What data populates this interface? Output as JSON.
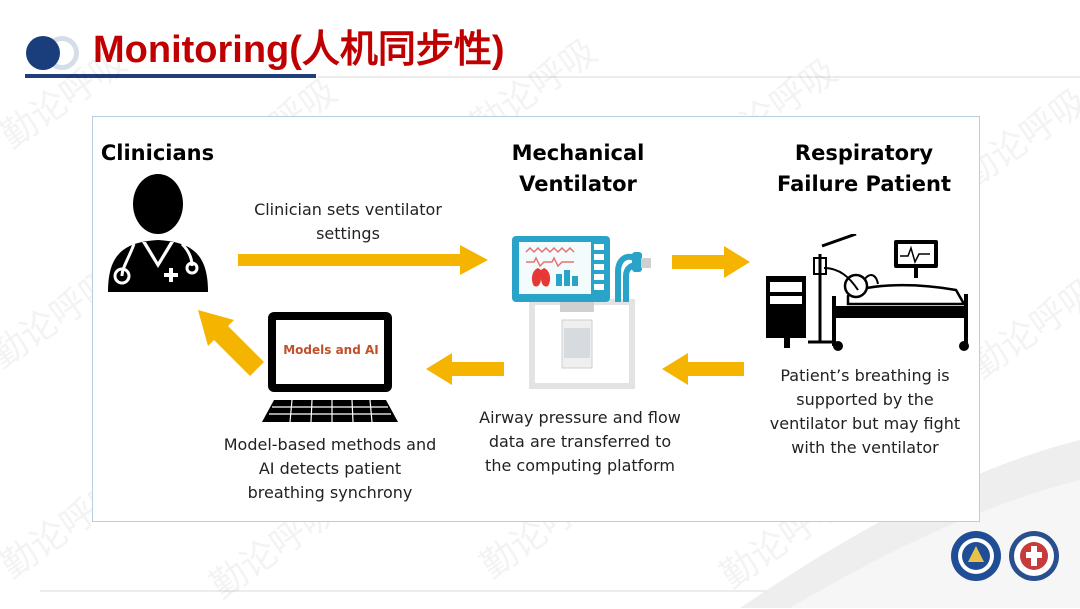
{
  "slide": {
    "title": "Monitoring(人机同步性)"
  },
  "diagram": {
    "clinicians_label": "Clinicians",
    "ventilator_label_line1": "Mechanical",
    "ventilator_label_line2": "Ventilator",
    "patient_label_line1": "Respiratory",
    "patient_label_line2": "Failure Patient",
    "clinician_caption_line1": "Clinician sets ventilator",
    "clinician_caption_line2": "settings",
    "models_screen_label": "Models and AI",
    "model_caption_line1": "Model-based methods and",
    "model_caption_line2": "AI detects patient",
    "model_caption_line3": "breathing synchrony",
    "airway_caption_line1": "Airway pressure and flow",
    "airway_caption_line2": "data are transferred to",
    "airway_caption_line3": "the computing platform",
    "patient_caption_line1": "Patient’s breathing is",
    "patient_caption_line2": "supported by the",
    "patient_caption_line3": "ventilator but may fight",
    "patient_caption_line4": "with the ventilator"
  },
  "watermark": "勤论呼吸",
  "colors": {
    "title": "#c00000",
    "arrow": "#f5b400",
    "accent_navy": "#1f3e7a",
    "ventilator_cyan": "#2aa3c8"
  }
}
